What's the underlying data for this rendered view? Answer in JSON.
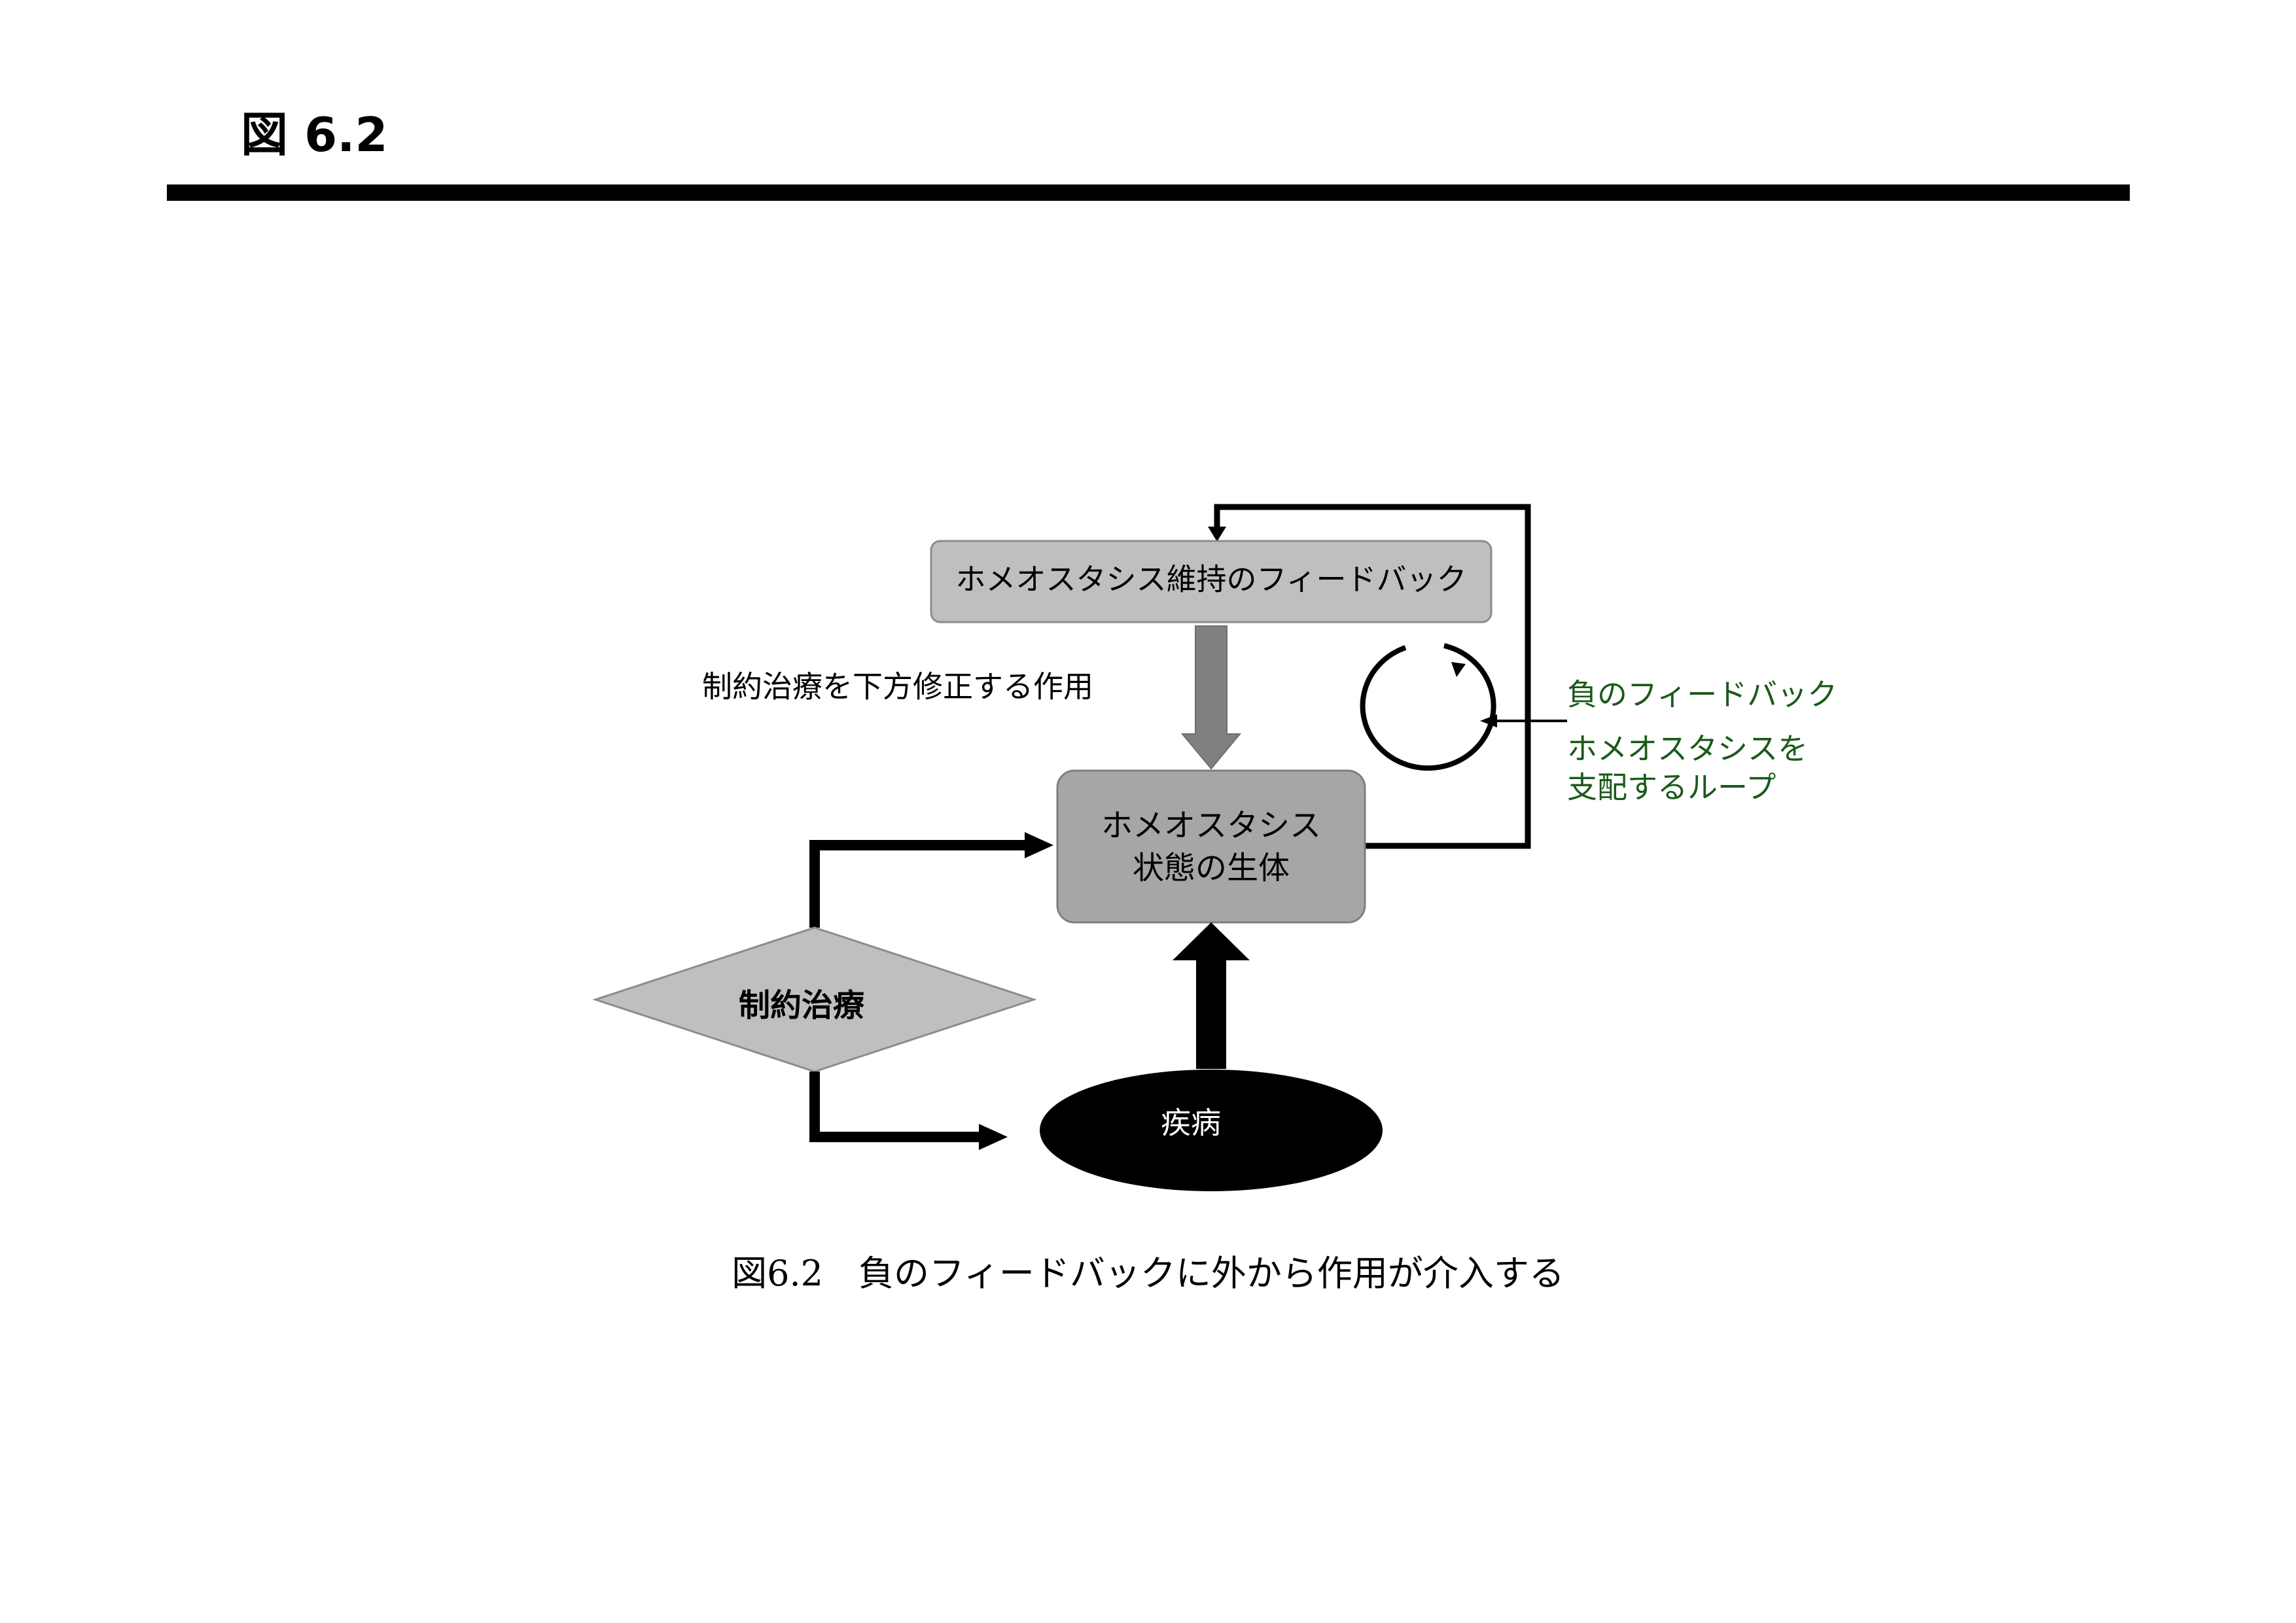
{
  "header": {
    "title": "図 6.2"
  },
  "diagram": {
    "feedback_box_label": "ホメオスタシス維持のフィードバック",
    "adjust_label": "制約治療を下方修正する作用",
    "body_box_line1": "ホメオスタシス",
    "body_box_line2": "状態の生体",
    "therapy_label": "制約治療",
    "disease_label": "疾病",
    "loop_title": "負のフィードバック",
    "loop_desc_line1": "ホメオスタシスを",
    "loop_desc_line2": "支配するループ"
  },
  "colors": {
    "box_fill": "#bfbfbf",
    "body_fill": "#a6a6a6",
    "arrow_fill": "#808080",
    "loop_text": "#1a5a1a"
  },
  "caption": "図6.2　負のフィードバックに外から作用が介入する"
}
